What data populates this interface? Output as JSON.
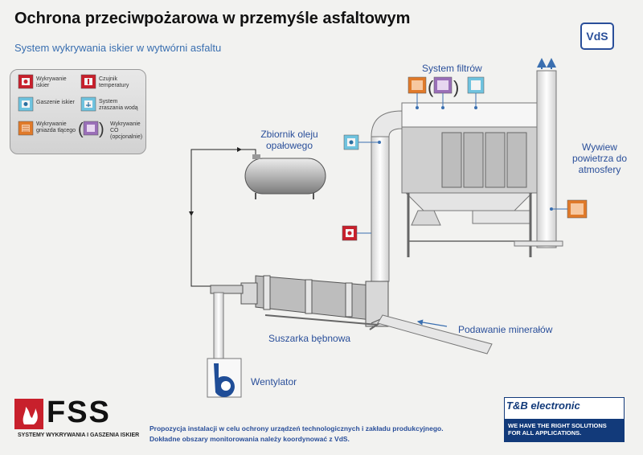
{
  "header": {
    "title": "Ochrona przeciwpożarowa w przemyśle asfaltowym",
    "subtitle": "System wykrywania iskier w wytwórni asfaltu",
    "badge": "VdS"
  },
  "legend": {
    "items": [
      {
        "label": "Wykrywanie iskier",
        "icon": "spark-detector-icon"
      },
      {
        "label": "Czujnik temperatury",
        "icon": "temperature-sensor-icon"
      },
      {
        "label": "Gaszenie iskier",
        "icon": "spark-extinguisher-icon"
      },
      {
        "label": "System zraszania wodą",
        "icon": "water-sprinkler-icon"
      },
      {
        "label": "Wykrywanie gniazda tlącego",
        "icon": "smoldering-detector-icon"
      },
      {
        "label": "Wykrywanie CO (opcjonalnie)",
        "icon": "co-detector-icon"
      }
    ]
  },
  "diagram": {
    "filter_label": "System filtrów",
    "tank_label": "Zbiornik oleju opałowego",
    "exhaust_label": "Wywiew powietrza do atmosfery",
    "dryer_label": "Suszarka bębnowa",
    "minerals_label": "Podawanie minerałów",
    "fan_label": "Wentylator"
  },
  "footer": {
    "line1": "Propozycja instalacji w celu ochrony urządzeń technologicznych i zakładu produkcyjnego.",
    "line2": "Dokładne obszary monitorowania należy koordynować z VdS.",
    "fss_brand": "FSS",
    "fss_tagline": "SYSTEMY WYKRYWANIA I GASZENIA ISKIER",
    "tb_brand": "T&B electronic",
    "tb_slogan": "WE HAVE THE RIGHT SOLUTIONS FOR ALL APPLICATIONS."
  },
  "colors": {
    "spark_detector": "#c8202c",
    "extinguisher": "#6fc3df",
    "smoldering": "#e07a2a",
    "co_detector": "#9a6fb8",
    "line_blue": "#3a6fb0",
    "equipment_gray": "#bdbdbd"
  }
}
